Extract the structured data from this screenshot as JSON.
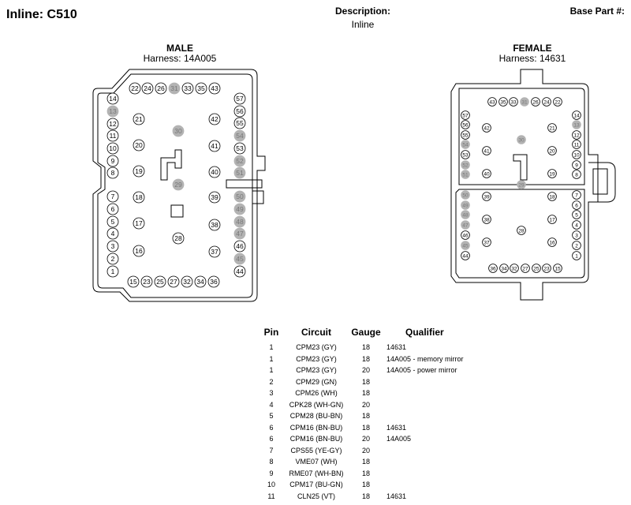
{
  "header": {
    "title": "Inline: C510",
    "description_label": "Description:",
    "description_value": "Inline",
    "base_part_label": "Base Part #:"
  },
  "male": {
    "title": "MALE",
    "harness": "Harness: 14A005",
    "pins": [
      {
        "n": "22"
      },
      {
        "n": "24"
      },
      {
        "n": "26"
      },
      {
        "n": "31",
        "shaded": true
      },
      {
        "n": "33"
      },
      {
        "n": "35"
      },
      {
        "n": "43"
      },
      {
        "n": "14"
      },
      {
        "n": "13",
        "shaded": true
      },
      {
        "n": "12"
      },
      {
        "n": "11"
      },
      {
        "n": "10"
      },
      {
        "n": "9"
      },
      {
        "n": "8"
      },
      {
        "n": "7"
      },
      {
        "n": "6"
      },
      {
        "n": "5"
      },
      {
        "n": "4"
      },
      {
        "n": "3"
      },
      {
        "n": "2"
      },
      {
        "n": "1"
      },
      {
        "n": "21"
      },
      {
        "n": "20"
      },
      {
        "n": "19"
      },
      {
        "n": "18"
      },
      {
        "n": "17"
      },
      {
        "n": "16"
      },
      {
        "n": "30",
        "shaded": true
      },
      {
        "n": "29",
        "shaded": true
      },
      {
        "n": "28"
      },
      {
        "n": "42"
      },
      {
        "n": "41"
      },
      {
        "n": "40"
      },
      {
        "n": "39"
      },
      {
        "n": "38"
      },
      {
        "n": "37"
      },
      {
        "n": "57"
      },
      {
        "n": "56"
      },
      {
        "n": "55"
      },
      {
        "n": "54",
        "shaded": true
      },
      {
        "n": "53"
      },
      {
        "n": "52",
        "shaded": true
      },
      {
        "n": "51",
        "shaded": true
      },
      {
        "n": "50",
        "shaded": true
      },
      {
        "n": "49",
        "shaded": true
      },
      {
        "n": "48",
        "shaded": true
      },
      {
        "n": "47",
        "shaded": true
      },
      {
        "n": "46"
      },
      {
        "n": "45",
        "shaded": true
      },
      {
        "n": "44"
      },
      {
        "n": "15"
      },
      {
        "n": "23"
      },
      {
        "n": "25"
      },
      {
        "n": "27"
      },
      {
        "n": "32"
      },
      {
        "n": "34"
      },
      {
        "n": "36"
      }
    ]
  },
  "female": {
    "title": "FEMALE",
    "harness": "Harness: 14631",
    "pins": [
      {
        "n": "43"
      },
      {
        "n": "35"
      },
      {
        "n": "33"
      },
      {
        "n": "31",
        "shaded": true
      },
      {
        "n": "26"
      },
      {
        "n": "24"
      },
      {
        "n": "22"
      },
      {
        "n": "57"
      },
      {
        "n": "56"
      },
      {
        "n": "55"
      },
      {
        "n": "54",
        "shaded": true
      },
      {
        "n": "53"
      },
      {
        "n": "52",
        "shaded": true
      },
      {
        "n": "51",
        "shaded": true
      },
      {
        "n": "50",
        "shaded": true
      },
      {
        "n": "49",
        "shaded": true
      },
      {
        "n": "48",
        "shaded": true
      },
      {
        "n": "47",
        "shaded": true
      },
      {
        "n": "46"
      },
      {
        "n": "45",
        "shaded": true
      },
      {
        "n": "44"
      },
      {
        "n": "42"
      },
      {
        "n": "41"
      },
      {
        "n": "40"
      },
      {
        "n": "39"
      },
      {
        "n": "38"
      },
      {
        "n": "37"
      },
      {
        "n": "30",
        "shaded": true
      },
      {
        "n": "29",
        "shaded": true
      },
      {
        "n": "28"
      },
      {
        "n": "21"
      },
      {
        "n": "20"
      },
      {
        "n": "19"
      },
      {
        "n": "18"
      },
      {
        "n": "17"
      },
      {
        "n": "16"
      },
      {
        "n": "14"
      },
      {
        "n": "13",
        "shaded": true
      },
      {
        "n": "12"
      },
      {
        "n": "11"
      },
      {
        "n": "10"
      },
      {
        "n": "9"
      },
      {
        "n": "8"
      },
      {
        "n": "7"
      },
      {
        "n": "6"
      },
      {
        "n": "5"
      },
      {
        "n": "4"
      },
      {
        "n": "3"
      },
      {
        "n": "2"
      },
      {
        "n": "1"
      },
      {
        "n": "36"
      },
      {
        "n": "34"
      },
      {
        "n": "32"
      },
      {
        "n": "27"
      },
      {
        "n": "25"
      },
      {
        "n": "23"
      },
      {
        "n": "15"
      }
    ]
  },
  "table": {
    "headers": {
      "pin": "Pin",
      "circuit": "Circuit",
      "gauge": "Gauge",
      "qualifier": "Qualifier"
    },
    "rows": [
      {
        "pin": "1",
        "circuit": "CPM23 (GY)",
        "gauge": "18",
        "qualifier": "14631"
      },
      {
        "pin": "1",
        "circuit": "CPM23 (GY)",
        "gauge": "18",
        "qualifier": "14A005 - memory mirror"
      },
      {
        "pin": "1",
        "circuit": "CPM23 (GY)",
        "gauge": "20",
        "qualifier": "14A005 - power mirror"
      },
      {
        "pin": "2",
        "circuit": "CPM29 (GN)",
        "gauge": "18",
        "qualifier": ""
      },
      {
        "pin": "3",
        "circuit": "CPM26 (WH)",
        "gauge": "18",
        "qualifier": ""
      },
      {
        "pin": "4",
        "circuit": "CPK28 (WH-GN)",
        "gauge": "20",
        "qualifier": ""
      },
      {
        "pin": "5",
        "circuit": "CPM28 (BU-BN)",
        "gauge": "18",
        "qualifier": ""
      },
      {
        "pin": "6",
        "circuit": "CPM16 (BN-BU)",
        "gauge": "18",
        "qualifier": "14631"
      },
      {
        "pin": "6",
        "circuit": "CPM16 (BN-BU)",
        "gauge": "20",
        "qualifier": "14A005"
      },
      {
        "pin": "7",
        "circuit": "CPS55 (YE-GY)",
        "gauge": "20",
        "qualifier": ""
      },
      {
        "pin": "8",
        "circuit": "VME07 (WH)",
        "gauge": "18",
        "qualifier": ""
      },
      {
        "pin": "9",
        "circuit": "RME07 (WH-BN)",
        "gauge": "18",
        "qualifier": ""
      },
      {
        "pin": "10",
        "circuit": "CPM17 (BU-GN)",
        "gauge": "18",
        "qualifier": ""
      },
      {
        "pin": "11",
        "circuit": "CLN25 (VT)",
        "gauge": "18",
        "qualifier": "14631"
      }
    ]
  }
}
